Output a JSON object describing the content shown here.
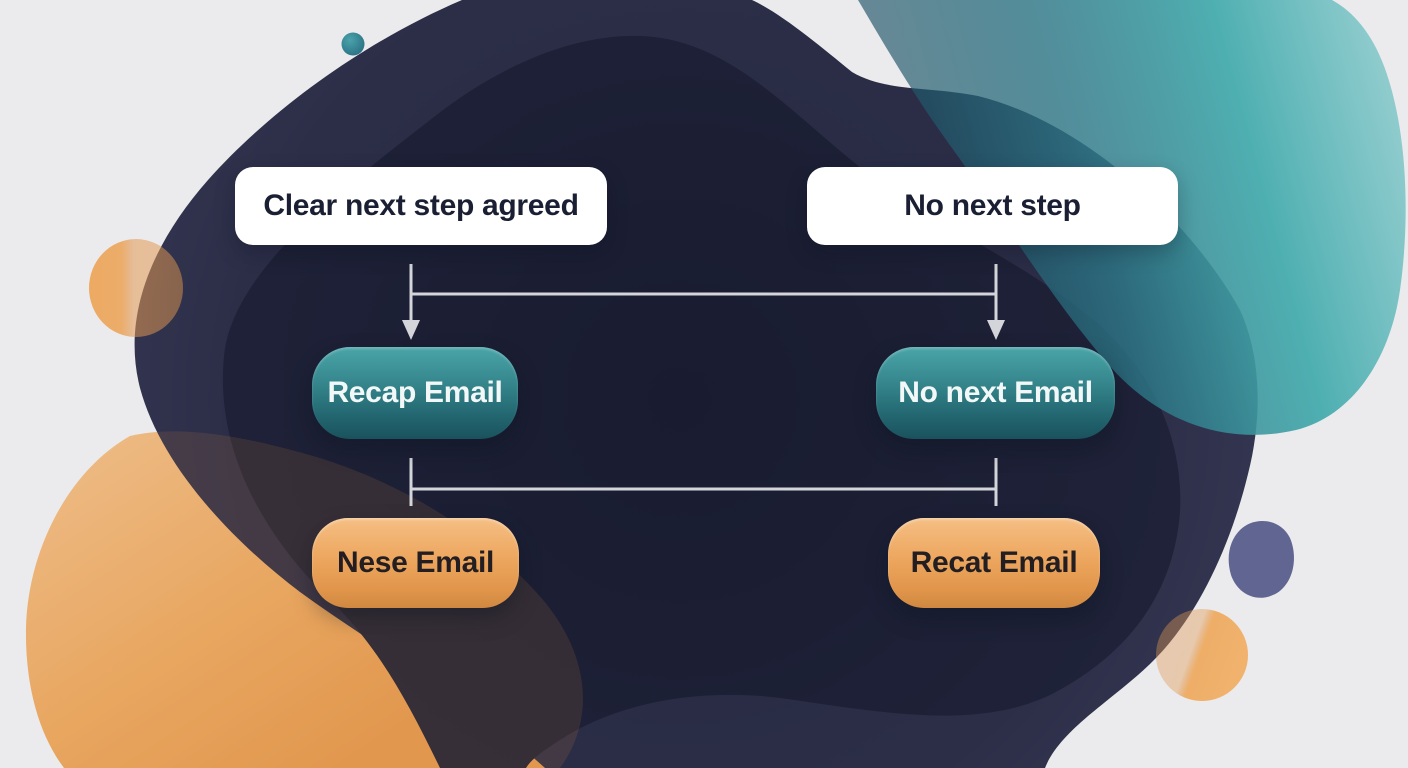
{
  "scene": {
    "background_color": "#ebebed",
    "shape_colors": {
      "navy_blob_inner": "#1a1d31",
      "navy_blob_edge": "#3a3c58",
      "teal_blob": "#46acae",
      "orange_blob_bottom_left": "#eeab63",
      "orange_circle_left": "#e59a55",
      "orange_circle_right": "#eca75f",
      "purple_blob": "#5a608d",
      "teal_dot": "#3a8f9d",
      "connector_color": "#d4d5da"
    }
  },
  "flowchart": {
    "conditions": [
      {
        "label": "Clear next step agreed"
      },
      {
        "label": "No next step"
      }
    ],
    "primary_actions": [
      {
        "label": "Recap Email"
      },
      {
        "label": "No next Email"
      }
    ],
    "secondary_actions": [
      {
        "label": "Nese Email"
      },
      {
        "label": "Recat Email"
      }
    ]
  }
}
